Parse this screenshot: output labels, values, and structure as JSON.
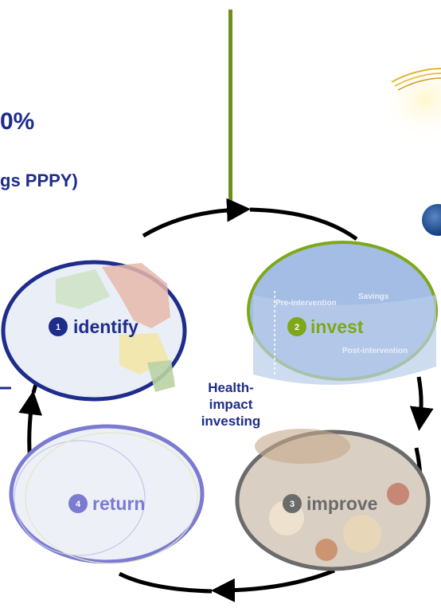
{
  "fragments": {
    "line1": "0%",
    "line2": "gs PPPY)"
  },
  "center_label": [
    "Health-",
    "impact",
    "investing"
  ],
  "steps": [
    {
      "num": "1",
      "label": "identify",
      "color": "#1e2c8a"
    },
    {
      "num": "2",
      "label": "invest",
      "color": "#7ea818"
    },
    {
      "num": "3",
      "label": "improve",
      "color": "#6b6b6b"
    },
    {
      "num": "4",
      "label": "return",
      "color": "#7b7bd1"
    }
  ],
  "invest_chart": {
    "labels": [
      "Pre-intervention",
      "Savings",
      "Post-intervention"
    ]
  },
  "colors": {
    "title_blue": "#1e2c8a",
    "divider_green": "#6f8f1a",
    "cycle_arrows": "#000000"
  }
}
